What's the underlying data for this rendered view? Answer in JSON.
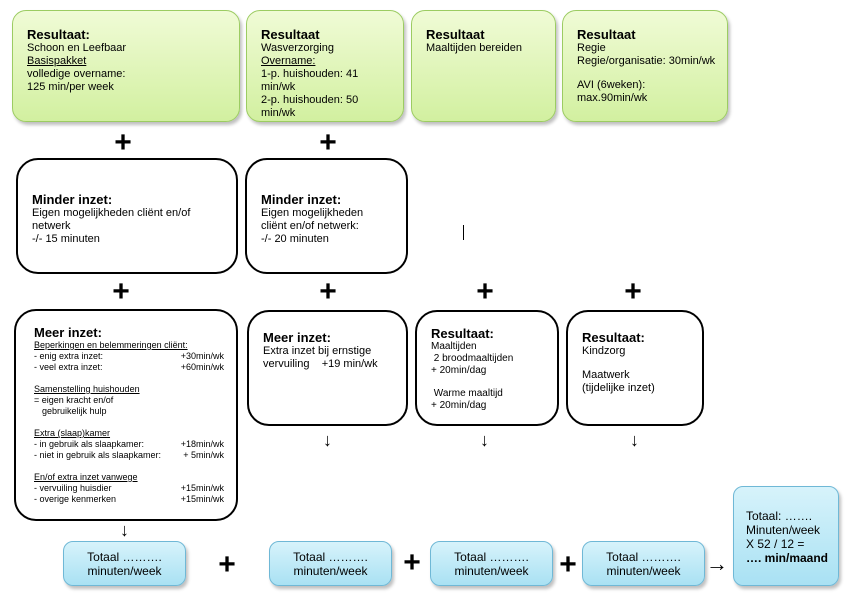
{
  "top": [
    {
      "title": "Resultaat:",
      "lines": [
        "Schoon en Leefbaar",
        "Basispakket",
        "volledige overname:",
        "125 min/per week"
      ]
    },
    {
      "title": "Resultaat",
      "lines": [
        "Wasverzorging",
        "Overname:",
        "1-p. huishouden: 41 min/wk",
        "2-p. huishouden: 50 min/wk"
      ]
    },
    {
      "title": "Resultaat",
      "lines": [
        "Maaltijden bereiden"
      ]
    },
    {
      "title": "Resultaat",
      "lines": [
        "Regie",
        "Regie/organisatie: 30min/wk",
        "AVI (6weken): max.90min/wk"
      ]
    }
  ],
  "minder": [
    {
      "title": "Minder inzet:",
      "lines": [
        "Eigen mogelijkheden cliënt en/of",
        "netwerk",
        "-/- 15 minuten"
      ]
    },
    {
      "title": "Minder inzet:",
      "lines": [
        "Eigen mogelijkheden",
        "cliënt en/of netwerk:",
        "-/- 20 minuten"
      ]
    }
  ],
  "meer_main": {
    "title": "Meer inzet:",
    "s1_head": "Beperkingen en belemmeringen cliënt:",
    "s1_rows": [
      [
        "- enig extra inzet:",
        "+30min/wk"
      ],
      [
        "- veel extra inzet:",
        "+60min/wk"
      ]
    ],
    "s2_head": "Samenstelling huishouden",
    "s2_lines": [
      "= eigen kracht en/of",
      "gebruikelijk hulp"
    ],
    "s3_head": "Extra (slaap)kamer",
    "s3_rows": [
      [
        "- in gebruik als slaapkamer:",
        "+18min/wk"
      ],
      [
        "- niet in gebruik als slaapkamer:",
        "+ 5min/wk"
      ]
    ],
    "s4_head": "En/of extra inzet vanwege",
    "s4_rows": [
      [
        "- vervuiling huisdier",
        "+15min/wk"
      ],
      [
        "- overige kenmerken",
        "+15min/wk"
      ]
    ]
  },
  "meer2": {
    "title": "Meer inzet:",
    "lines": [
      "Extra inzet bij ernstige",
      "vervuiling    +19 min/wk"
    ]
  },
  "res3": {
    "title": "Resultaat:",
    "lines": [
      "Maaltijden",
      " 2 broodmaaltijden",
      "+ 20min/dag",
      "",
      " Warme maaltijd",
      "+ 20min/dag"
    ]
  },
  "res4": {
    "title": "Resultaat:",
    "lines": [
      "Kindzorg",
      "",
      "Maatwerk",
      "(tijdelijke inzet)"
    ]
  },
  "totals": [
    {
      "line1": "Totaal ……….",
      "line2": "minuten/week"
    },
    {
      "line1": "Totaal ……….",
      "line2": "minuten/week"
    },
    {
      "line1": "Totaal ……….",
      "line2": "minuten/week"
    },
    {
      "line1": "Totaal ……….",
      "line2": "minuten/week"
    }
  ],
  "final": {
    "lines": [
      "Totaal: …….",
      "Minuten/week",
      "X 52 / 12 =",
      "…. min/maand"
    ]
  },
  "symbols": {
    "plus": "+",
    "down": "↓",
    "right": "→"
  }
}
